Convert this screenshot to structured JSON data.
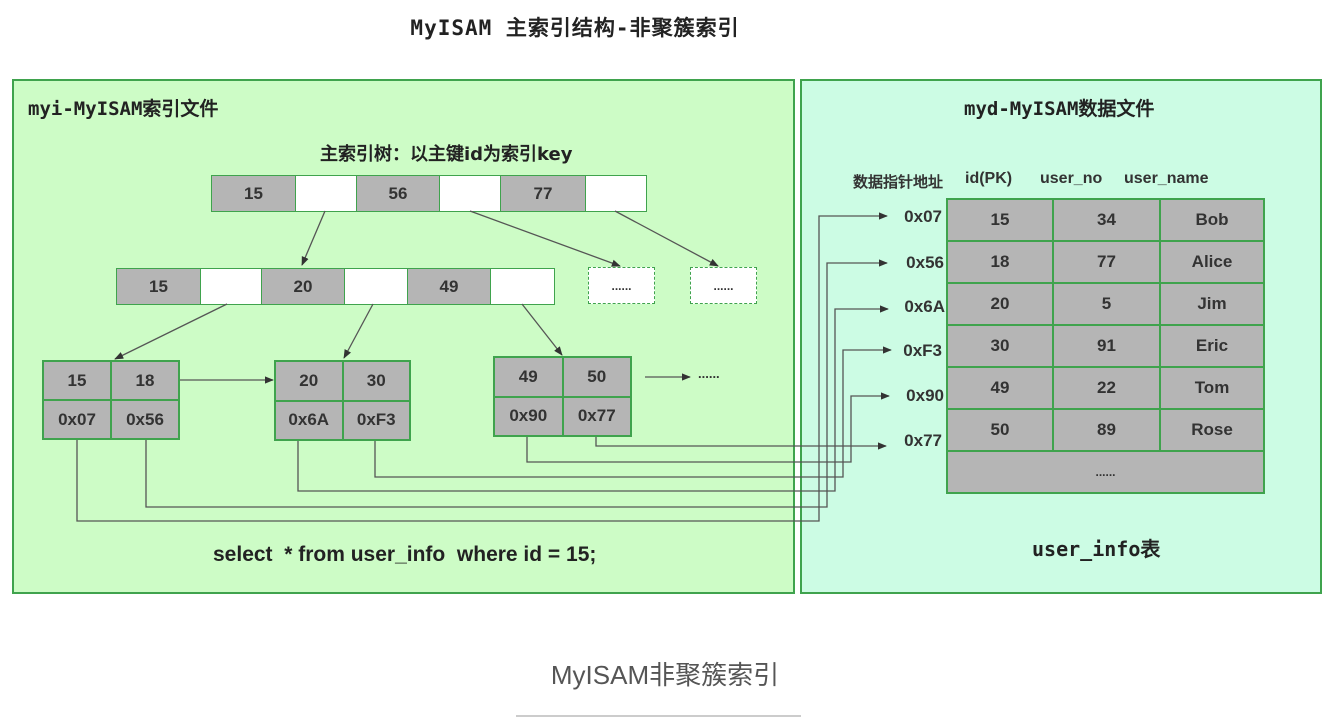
{
  "title": "MyISAM 主索引结构-非聚簇索引",
  "left_panel": {
    "title": "myi-MyISAM索引文件",
    "tree_caption": "主索引树：以主键id为索引key",
    "root": [
      "15",
      "56",
      "77"
    ],
    "level2": [
      "15",
      "20",
      "49"
    ],
    "placeholder": "......",
    "leaves": [
      {
        "keys": [
          "15",
          "18"
        ],
        "ptrs": [
          "0x07",
          "0x56"
        ]
      },
      {
        "keys": [
          "20",
          "30"
        ],
        "ptrs": [
          "0x6A",
          "0xF3"
        ]
      },
      {
        "keys": [
          "49",
          "50"
        ],
        "ptrs": [
          "0x90",
          "0x77"
        ]
      }
    ],
    "sql": "select  * from user_info  where id = 15;"
  },
  "right_panel": {
    "title": "myd-MyISAM数据文件",
    "header_pointer": "数据指针地址",
    "columns": [
      "id(PK)",
      "user_no",
      "user_name"
    ],
    "rows": [
      {
        "addr": "0x07",
        "id": "15",
        "user_no": "34",
        "user_name": "Bob"
      },
      {
        "addr": "0x56",
        "id": "18",
        "user_no": "77",
        "user_name": "Alice"
      },
      {
        "addr": "0x6A",
        "id": "20",
        "user_no": "5",
        "user_name": "Jim"
      },
      {
        "addr": "0xF3",
        "id": "30",
        "user_no": "91",
        "user_name": "Eric"
      },
      {
        "addr": "0x90",
        "id": "49",
        "user_no": "22",
        "user_name": "Tom"
      },
      {
        "addr": "0x77",
        "id": "50",
        "user_no": "89",
        "user_name": "Rose"
      }
    ],
    "more": "......",
    "table_name": "user_info表"
  },
  "caption": "MyISAM非聚簇索引"
}
